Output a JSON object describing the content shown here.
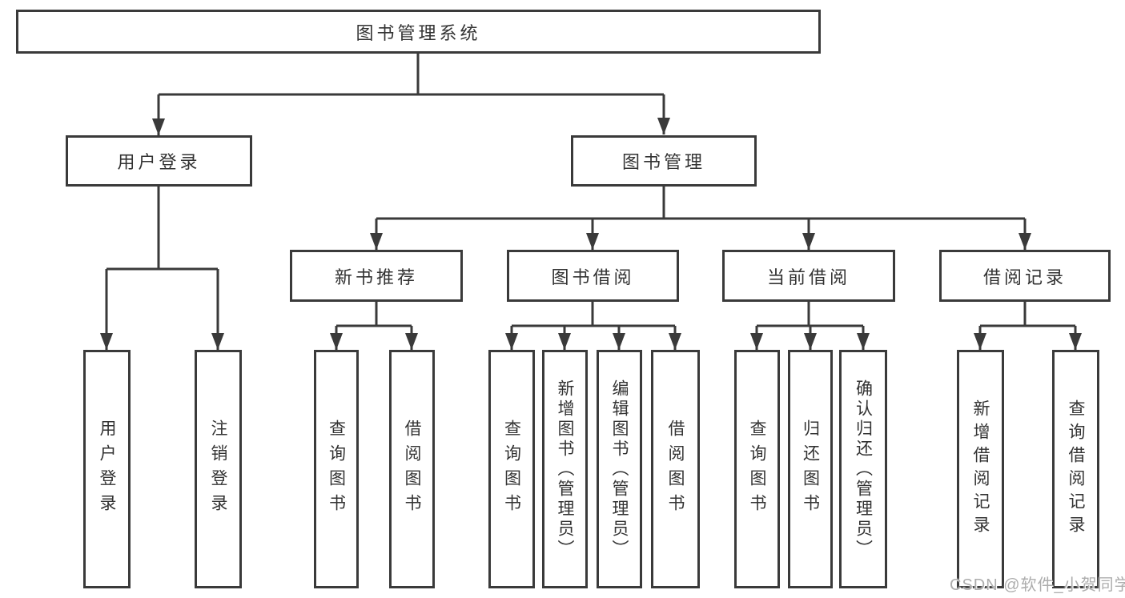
{
  "diagram_type": "hierarchy-diagram",
  "tree": {
    "label": "图书管理系统",
    "children": [
      {
        "label": "用户登录",
        "children": [
          {
            "label": "用户登录"
          },
          {
            "label": "注销登录"
          }
        ]
      },
      {
        "label": "图书管理",
        "children": [
          {
            "label": "新书推荐",
            "children": [
              {
                "label": "查询图书"
              },
              {
                "label": "借阅图书"
              }
            ]
          },
          {
            "label": "图书借阅",
            "children": [
              {
                "label": "查询图书"
              },
              {
                "label": "新增图书（管理员）"
              },
              {
                "label": "编辑图书（管理员）"
              },
              {
                "label": "借阅图书"
              }
            ]
          },
          {
            "label": "当前借阅",
            "children": [
              {
                "label": "查询图书"
              },
              {
                "label": "归还图书"
              },
              {
                "label": "确认归还（管理员）"
              }
            ]
          },
          {
            "label": "借阅记录",
            "children": [
              {
                "label": "新增借阅记录"
              },
              {
                "label": "查询借阅记录"
              }
            ]
          }
        ]
      }
    ]
  },
  "watermark": {
    "text": "CSDN @软件_小贺同学",
    "color": "#adadad"
  },
  "colors": {
    "line": "#3a3a3a",
    "box_border": "#3a3a3a",
    "text": "#333333",
    "background": "#ffffff"
  }
}
